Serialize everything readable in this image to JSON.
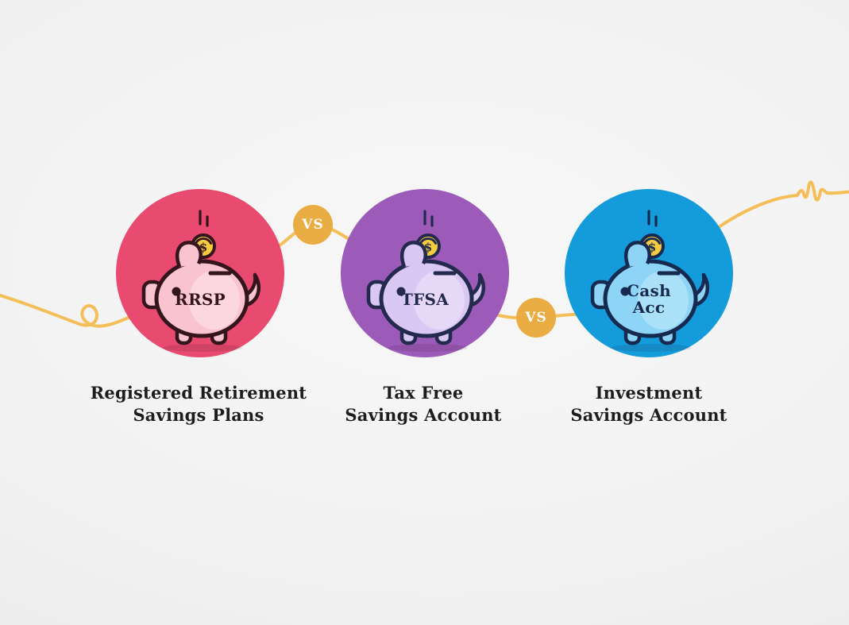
{
  "colors": {
    "line": "#F4BE58",
    "badge": "#E9AD44",
    "badge_text": "#FFFFFF",
    "caption_text": "#1D1D1D",
    "coin_fill": "#F5CB40",
    "bg_center": "#F8F8F8",
    "bg_edge": "#E7E7E7"
  },
  "coin": {
    "symbol": "$"
  },
  "vs_badges": [
    {
      "label": "VS"
    },
    {
      "label": "VS"
    }
  ],
  "cards": [
    {
      "pig_label": "RRSP",
      "caption": "Registered Retirement\nSavings Plans",
      "circle_color": "#E94A6F",
      "pig_color": "#F9C3CF",
      "pig_highlight_color": "#FCD7DF",
      "outline_color": "#34141D"
    },
    {
      "pig_label": "TFSA",
      "caption": "Tax Free\nSavings Account",
      "circle_color": "#9C5BB9",
      "pig_color": "#D9C8F4",
      "pig_highlight_color": "#E6D9F8",
      "outline_color": "#232A4D"
    },
    {
      "pig_label": "Cash\nAcc",
      "caption": "Investment\nSavings Account",
      "circle_color": "#149BDC",
      "pig_color": "#8ED4F6",
      "pig_highlight_color": "#ABE0F9",
      "outline_color": "#16294E"
    }
  ]
}
